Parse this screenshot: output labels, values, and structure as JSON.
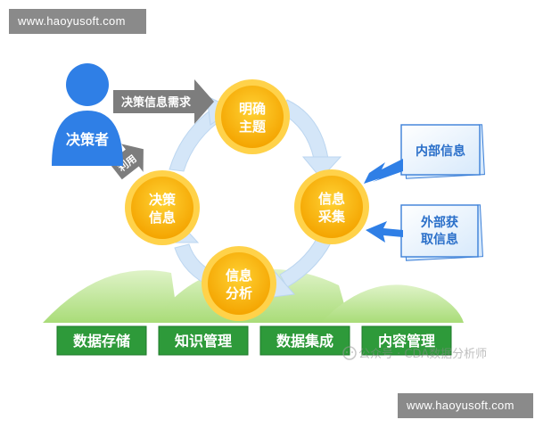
{
  "watermark": {
    "top": "www.haoyusoft.com",
    "bottom": "www.haoyusoft.com"
  },
  "actor": {
    "label": "决策者"
  },
  "arrows": {
    "need": "决策信息需求",
    "use": "利用"
  },
  "cycle": [
    {
      "id": "define-topic",
      "line1": "明确",
      "line2": "主题"
    },
    {
      "id": "collect-info",
      "line1": "信息",
      "line2": "采集"
    },
    {
      "id": "analyze-info",
      "line1": "信息",
      "line2": "分析"
    },
    {
      "id": "decision-info",
      "line1": "决策",
      "line2": "信息"
    }
  ],
  "sources": [
    {
      "id": "internal-info",
      "line1": "内部信息",
      "line2": ""
    },
    {
      "id": "external-info",
      "line1": "外部获",
      "line2": "取信息"
    }
  ],
  "foundations": [
    "数据存储",
    "知识管理",
    "数据集成",
    "内容管理"
  ],
  "caption": "公众号 · CDA数据分析师",
  "colors": {
    "blue": "#2f7fe6",
    "orange": "#f5a800",
    "green": "#2e9a3a",
    "paper": "#e8f2fd",
    "gray_arrow": "#7d7d7d"
  }
}
